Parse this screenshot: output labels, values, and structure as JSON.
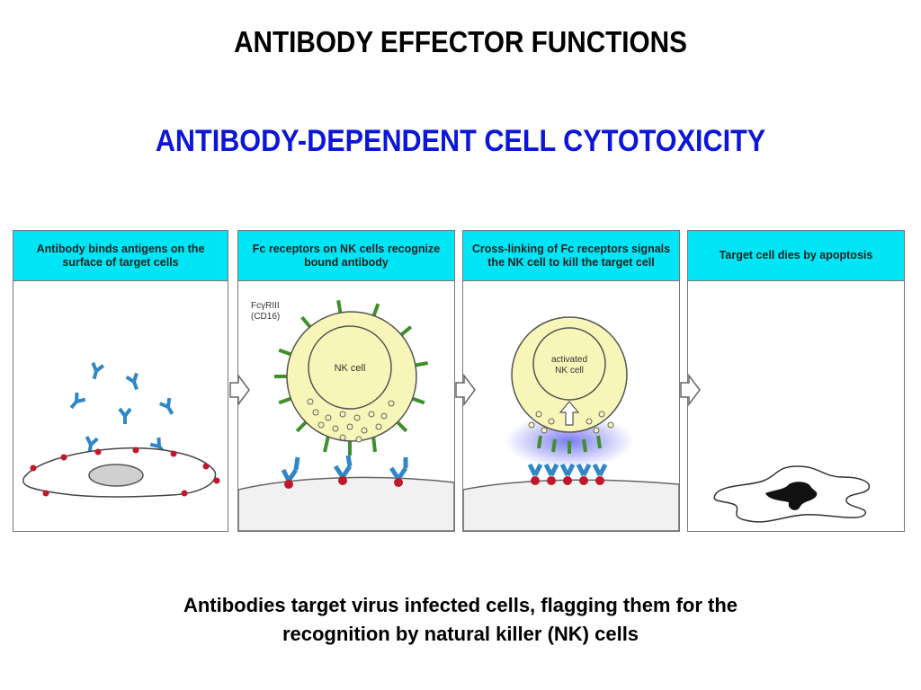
{
  "title": "ANTIBODY EFFECTOR FUNCTIONS",
  "subtitle": "ANTIBODY-DEPENDENT CELL CYTOTOXICITY",
  "colors": {
    "subtitle": "#0b16d9",
    "header_bg": "#00e5f5",
    "nk_cell": "#f8f5b8",
    "receptor_green": "#3f8f2a",
    "antibody": "#2f87c8",
    "antigen": "#c0182a",
    "glow": "#6d6ff0"
  },
  "panels": [
    {
      "header": "Antibody binds antigens on the surface of target cells"
    },
    {
      "header": "Fc receptors on NK cells recognize bound antibody",
      "receptor_label": [
        "FcγRIII",
        "(CD16)"
      ],
      "cell_label": "NK cell"
    },
    {
      "header": "Cross-linking of Fc receptors signals the NK cell to kill the target cell",
      "cell_label": [
        "activated",
        "NK cell"
      ]
    },
    {
      "header": "Target cell dies by apoptosis"
    }
  ],
  "caption": [
    "Antibodies target virus infected cells, flagging them for the",
    "recognition by natural killer (NK) cells"
  ]
}
